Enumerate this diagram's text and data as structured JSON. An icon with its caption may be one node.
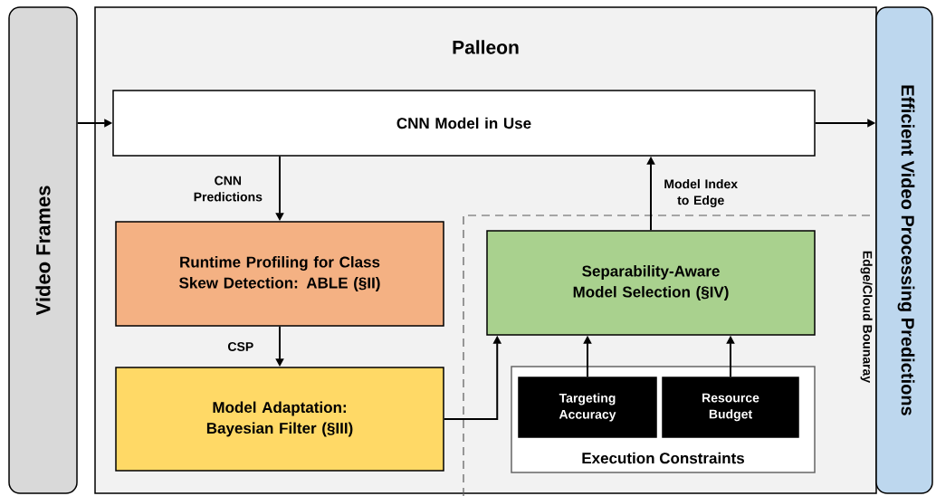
{
  "diagram": {
    "nodes": [
      {
        "text": [
          "Video Frames"
        ]
      },
      {
        "text": [
          "Palleon"
        ]
      },
      {
        "text": [
          "CNN Model in Use"
        ],
        "in": 1
      },
      {
        "text": [
          "Runtime Profiling for Class Skew Detection: ABLE (§II)"
        ],
        "in": 1
      },
      {
        "text": [
          "Model Adaptation: Bayesian Filter (§III)"
        ],
        "in": 1
      },
      {
        "text": [
          "Edge/Cloud Bounaray"
        ],
        "in": 1
      },
      {
        "text": [
          "Separability-Aware Model Selection (§IV)"
        ],
        "in": 5
      },
      {
        "text": [
          "Execution Constraints"
        ],
        "in": 5
      },
      {
        "text": [
          "Targeting Accuracy"
        ],
        "in": 7
      },
      {
        "text": [
          "Resource Budget"
        ],
        "in": 7
      },
      {
        "text": [
          "Efficient Video Processing Predictions"
        ]
      }
    ],
    "edges": [
      {
        "from": 0,
        "to": 2,
        "arrow": "to"
      },
      {
        "from": 2,
        "to": 10,
        "arrow": "to"
      },
      {
        "from": 2,
        "to": 3,
        "arrow": "to",
        "label": "CNN Predictions"
      },
      {
        "from": 3,
        "to": 4,
        "arrow": "to",
        "label": "CSP"
      },
      {
        "from": 4,
        "to": 6,
        "arrow": "to"
      },
      {
        "from": 6,
        "to": 2,
        "arrow": "to",
        "label": "Model Index to Edge"
      },
      {
        "from": 8,
        "to": 6,
        "arrow": "to"
      },
      {
        "from": 9,
        "to": 6,
        "arrow": "to"
      }
    ]
  }
}
